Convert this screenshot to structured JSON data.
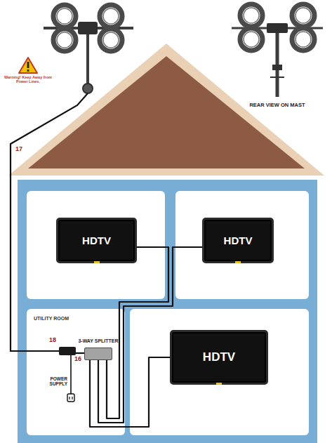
{
  "diagram": {
    "nodes": [
      {
        "text": [
          "HDTV"
        ]
      },
      {
        "text": [
          "HDTV"
        ]
      },
      {
        "text": [
          "UTILITY ROOM"
        ]
      },
      {
        "text": [
          "3-WAY SPLITTER"
        ],
        "in": 2
      },
      {
        "text": [
          "HDTV"
        ]
      }
    ],
    "edges": [
      {
        "from": 3,
        "to": 0,
        "arrow": "none"
      },
      {
        "from": 3,
        "to": 1,
        "arrow": "none"
      },
      {
        "from": 3,
        "to": 4,
        "arrow": "none"
      }
    ],
    "labels": [
      "Warning! Keep Away from Power Lines.",
      "REAR VIEW ON MAST",
      "17",
      "18",
      "16",
      "POWER SUPPLY"
    ]
  }
}
